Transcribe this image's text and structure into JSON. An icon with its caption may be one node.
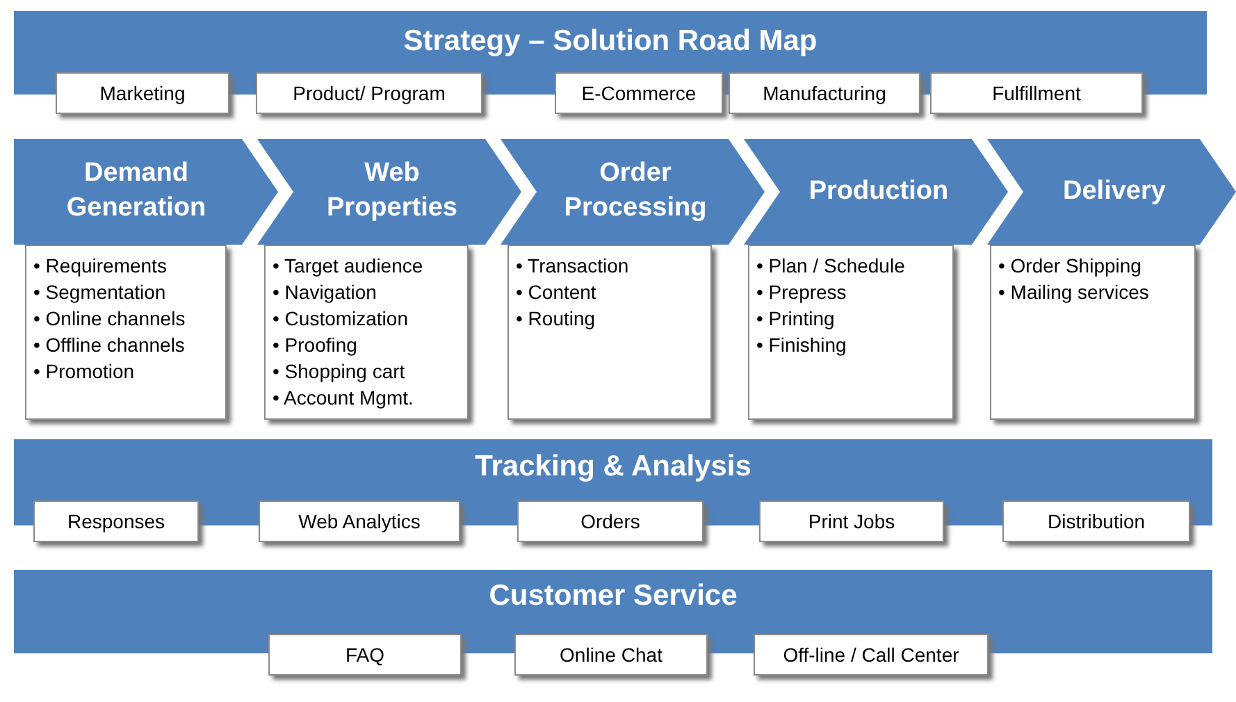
{
  "diagram": {
    "nodes": [
      {
        "text": [
          "Strategy – Solution Road Map"
        ]
      },
      {
        "text": [
          "Marketing"
        ]
      },
      {
        "text": [
          "Product/ Program"
        ]
      },
      {
        "text": [
          "E-Commerce"
        ]
      },
      {
        "text": [
          "Manufacturing"
        ]
      },
      {
        "text": [
          "Fulfillment"
        ]
      },
      {
        "text": [
          "Demand Generation"
        ]
      },
      {
        "text": [
          "• Requirements",
          "• Segmentation",
          "• Online channels",
          "• Offline channels",
          "• Promotion"
        ]
      },
      {
        "text": [
          "Web Properties"
        ]
      },
      {
        "text": [
          "• Target audience",
          "• Navigation",
          "• Customization",
          "• Proofing",
          "• Shopping cart",
          "• Account Mgmt."
        ]
      },
      {
        "text": [
          "Order Processing"
        ]
      },
      {
        "text": [
          "• Transaction",
          "• Content",
          "• Routing"
        ]
      },
      {
        "text": [
          "Production"
        ]
      },
      {
        "text": [
          "• Plan / Schedule",
          "• Prepress",
          "• Printing",
          "• Finishing"
        ]
      },
      {
        "text": [
          "Delivery"
        ]
      },
      {
        "text": [
          "• Order Shipping",
          "• Mailing services"
        ]
      },
      {
        "text": [
          "Tracking & Analysis"
        ]
      },
      {
        "text": [
          "Responses"
        ]
      },
      {
        "text": [
          "Web Analytics"
        ]
      },
      {
        "text": [
          "Orders"
        ]
      },
      {
        "text": [
          "Print Jobs"
        ]
      },
      {
        "text": [
          "Distribution"
        ]
      },
      {
        "text": [
          "Customer Service"
        ]
      },
      {
        "text": [
          "FAQ"
        ]
      },
      {
        "text": [
          "Online Chat"
        ]
      },
      {
        "text": [
          "Off-line / Call Center"
        ]
      }
    ],
    "edges": []
  }
}
